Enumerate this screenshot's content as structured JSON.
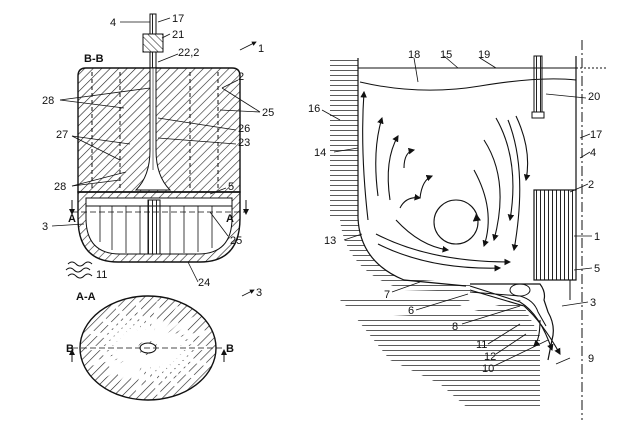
{
  "figure_left": {
    "section_bb": "B-B",
    "section_aa": "A-A",
    "cut_a": "A",
    "cut_b": "B",
    "callouts": {
      "n4": "4",
      "n17": "17",
      "n21": "21",
      "n22": "22,2",
      "n1": "1",
      "n2": "2",
      "n28a": "28",
      "n25": "25",
      "n26": "26",
      "n23": "23",
      "n27": "27",
      "n28b": "28",
      "n5": "5",
      "n3": "3",
      "n25b": "25",
      "n11": "11",
      "n24": "24",
      "n3b": "3"
    }
  },
  "figure_right": {
    "callouts": {
      "n18": "18",
      "n15": "15",
      "n19": "19",
      "n16": "16",
      "n20": "20",
      "n14": "14",
      "n17": "17",
      "n4": "4",
      "n2": "2",
      "n13": "13",
      "n1": "1",
      "n5": "5",
      "n7": "7",
      "n6": "6",
      "n3": "3",
      "n8": "8",
      "n11": "11",
      "n12": "12",
      "n10": "10",
      "n9": "9"
    }
  },
  "colors": {
    "ink": "#111111",
    "paper": "#ffffff"
  }
}
